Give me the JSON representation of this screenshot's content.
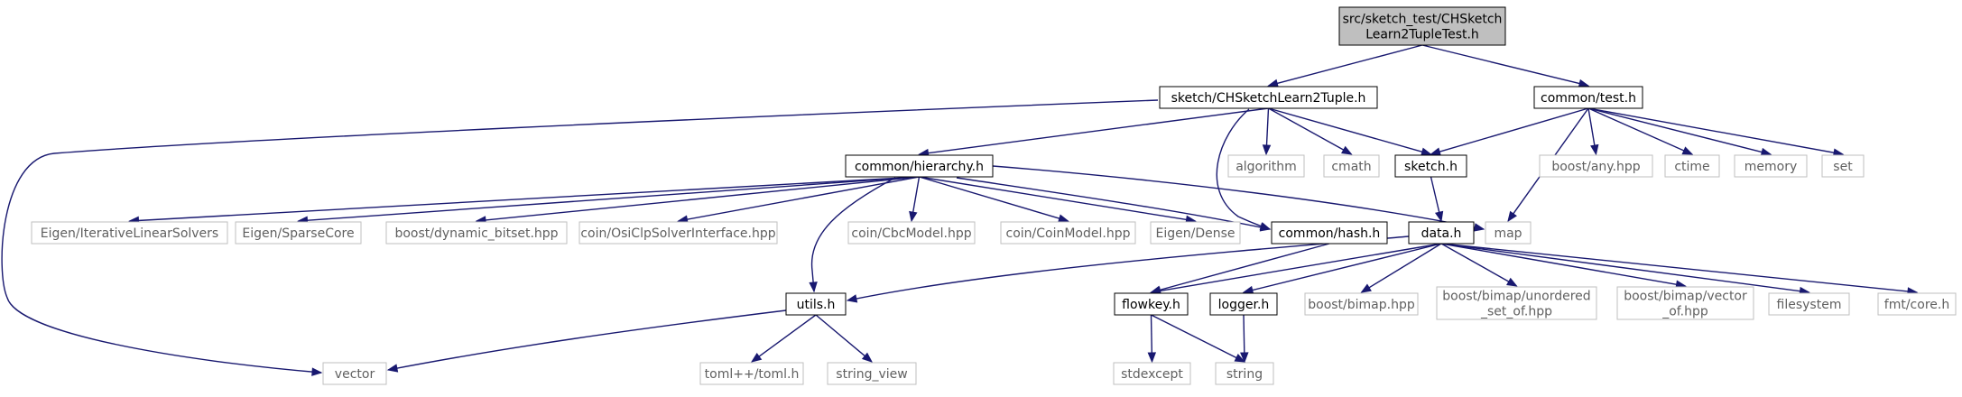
{
  "graph": {
    "edge_color": "#191970",
    "nodes": [
      {
        "id": "root",
        "label": "src/sketch_test/CHSketch\nLearn2TupleTest.h",
        "kind": "root"
      },
      {
        "id": "chsketch",
        "label": "sketch/CHSketchLearn2Tuple.h",
        "kind": "int"
      },
      {
        "id": "test",
        "label": "common/test.h",
        "kind": "int"
      },
      {
        "id": "hierarchy",
        "label": "common/hierarchy.h",
        "kind": "int"
      },
      {
        "id": "algorithm",
        "label": "algorithm",
        "kind": "ext"
      },
      {
        "id": "cmath",
        "label": "cmath",
        "kind": "ext"
      },
      {
        "id": "sketch",
        "label": "sketch.h",
        "kind": "int"
      },
      {
        "id": "boostany",
        "label": "boost/any.hpp",
        "kind": "ext"
      },
      {
        "id": "ctime",
        "label": "ctime",
        "kind": "ext"
      },
      {
        "id": "memory",
        "label": "memory",
        "kind": "ext"
      },
      {
        "id": "set",
        "label": "set",
        "kind": "ext"
      },
      {
        "id": "eigeniter",
        "label": "Eigen/IterativeLinearSolvers",
        "kind": "ext"
      },
      {
        "id": "eigensparse",
        "label": "Eigen/SparseCore",
        "kind": "ext"
      },
      {
        "id": "dynbitset",
        "label": "boost/dynamic_bitset.hpp",
        "kind": "ext"
      },
      {
        "id": "osiclp",
        "label": "coin/OsiClpSolverInterface.hpp",
        "kind": "ext"
      },
      {
        "id": "cbcmodel",
        "label": "coin/CbcModel.hpp",
        "kind": "ext"
      },
      {
        "id": "coinmodel",
        "label": "coin/CoinModel.hpp",
        "kind": "ext"
      },
      {
        "id": "eigendense",
        "label": "Eigen/Dense",
        "kind": "ext"
      },
      {
        "id": "hash",
        "label": "common/hash.h",
        "kind": "int"
      },
      {
        "id": "data",
        "label": "data.h",
        "kind": "int"
      },
      {
        "id": "map",
        "label": "map",
        "kind": "ext"
      },
      {
        "id": "utils",
        "label": "utils.h",
        "kind": "int"
      },
      {
        "id": "flowkey",
        "label": "flowkey.h",
        "kind": "int"
      },
      {
        "id": "logger",
        "label": "logger.h",
        "kind": "int"
      },
      {
        "id": "bimap",
        "label": "boost/bimap.hpp",
        "kind": "ext"
      },
      {
        "id": "unordset",
        "label": "boost/bimap/unordered\n_set_of.hpp",
        "kind": "ext"
      },
      {
        "id": "vectorof",
        "label": "boost/bimap/vector\n_of.hpp",
        "kind": "ext"
      },
      {
        "id": "filesystem",
        "label": "filesystem",
        "kind": "ext"
      },
      {
        "id": "fmtcore",
        "label": "fmt/core.h",
        "kind": "ext"
      },
      {
        "id": "vector",
        "label": "vector",
        "kind": "ext"
      },
      {
        "id": "toml",
        "label": "toml++/toml.h",
        "kind": "ext"
      },
      {
        "id": "stringview",
        "label": "string_view",
        "kind": "ext"
      },
      {
        "id": "stdexcept",
        "label": "stdexcept",
        "kind": "ext"
      },
      {
        "id": "string",
        "label": "string",
        "kind": "ext"
      }
    ],
    "edges": [
      [
        "root",
        "chsketch"
      ],
      [
        "root",
        "test"
      ],
      [
        "chsketch",
        "vector"
      ],
      [
        "chsketch",
        "hierarchy"
      ],
      [
        "chsketch",
        "hash"
      ],
      [
        "chsketch",
        "algorithm"
      ],
      [
        "chsketch",
        "cmath"
      ],
      [
        "chsketch",
        "sketch"
      ],
      [
        "test",
        "sketch"
      ],
      [
        "test",
        "map"
      ],
      [
        "test",
        "boostany"
      ],
      [
        "test",
        "ctime"
      ],
      [
        "test",
        "memory"
      ],
      [
        "test",
        "set"
      ],
      [
        "hierarchy",
        "eigeniter"
      ],
      [
        "hierarchy",
        "eigensparse"
      ],
      [
        "hierarchy",
        "dynbitset"
      ],
      [
        "hierarchy",
        "osiclp"
      ],
      [
        "hierarchy",
        "utils"
      ],
      [
        "hierarchy",
        "cbcmodel"
      ],
      [
        "hierarchy",
        "coinmodel"
      ],
      [
        "hierarchy",
        "eigendense"
      ],
      [
        "hierarchy",
        "hash"
      ],
      [
        "hierarchy",
        "map"
      ],
      [
        "sketch",
        "data"
      ],
      [
        "hash",
        "flowkey"
      ],
      [
        "data",
        "utils"
      ],
      [
        "data",
        "flowkey"
      ],
      [
        "data",
        "logger"
      ],
      [
        "data",
        "bimap"
      ],
      [
        "data",
        "unordset"
      ],
      [
        "data",
        "vectorof"
      ],
      [
        "data",
        "filesystem"
      ],
      [
        "data",
        "fmtcore"
      ],
      [
        "utils",
        "vector"
      ],
      [
        "utils",
        "toml"
      ],
      [
        "utils",
        "stringview"
      ],
      [
        "flowkey",
        "stdexcept"
      ],
      [
        "flowkey",
        "string"
      ],
      [
        "logger",
        "string"
      ]
    ]
  }
}
